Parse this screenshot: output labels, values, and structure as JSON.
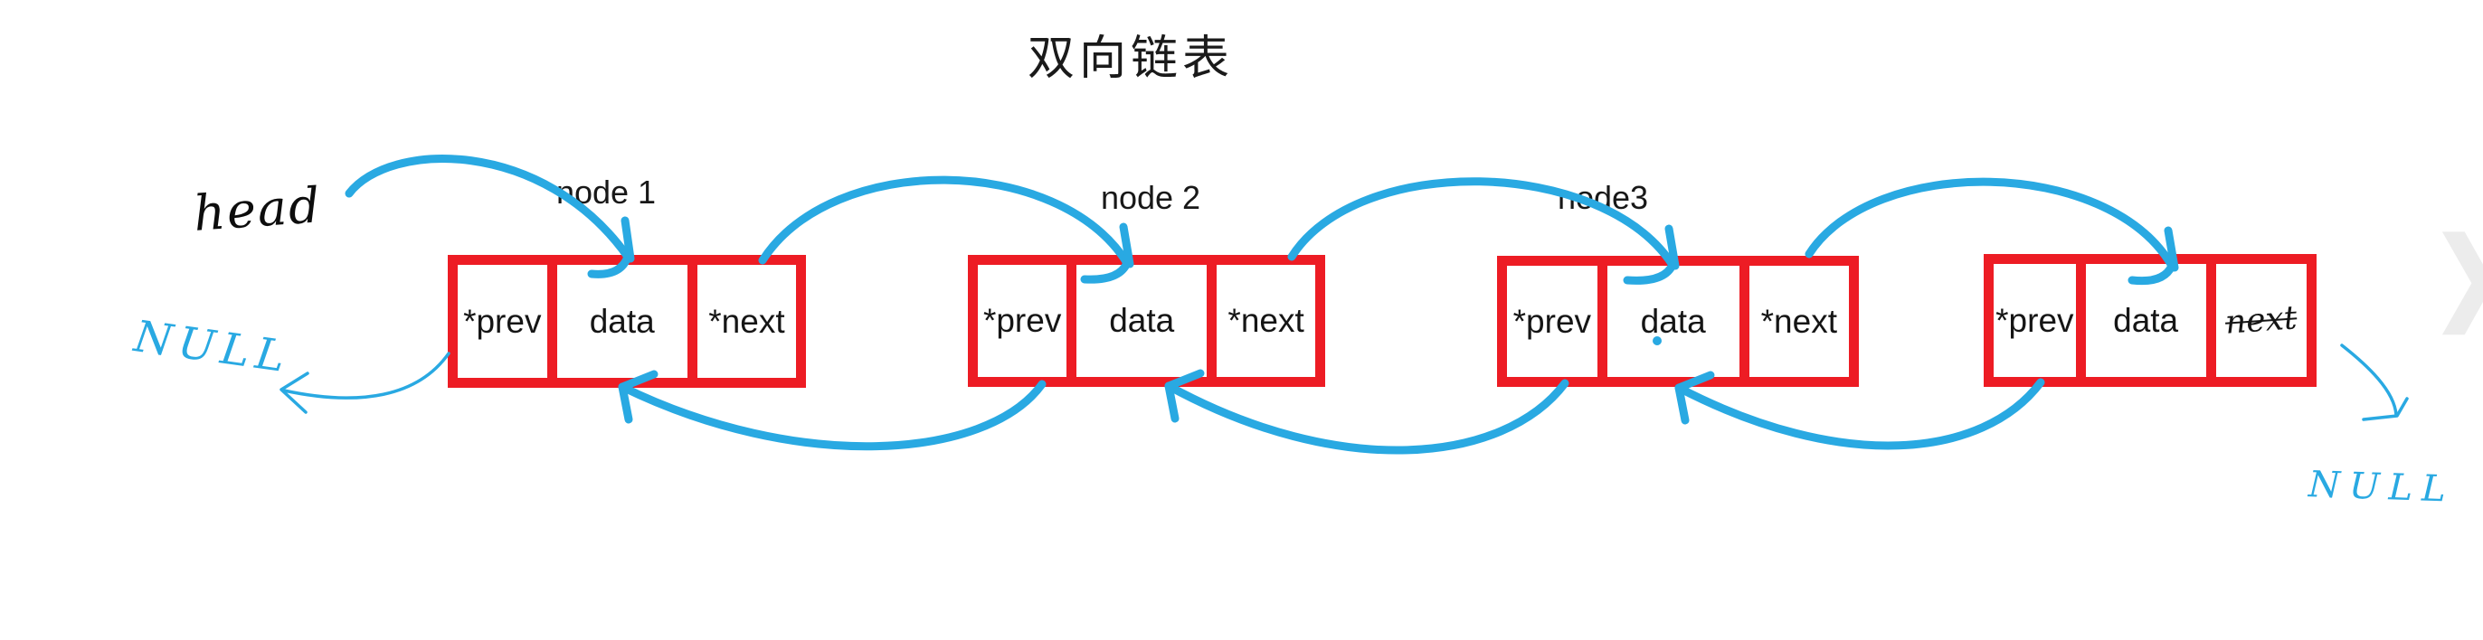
{
  "title": "双向链表",
  "annotations": {
    "head": "head",
    "null_left": "NULL",
    "null_right": "NULL",
    "next_chevron": "❯"
  },
  "nodes": [
    {
      "label": "node 1",
      "cells": [
        "*prev",
        "data",
        "*next"
      ]
    },
    {
      "label": "node 2",
      "cells": [
        "*prev",
        "data",
        "*next"
      ]
    },
    {
      "label": "node3",
      "cells": [
        "*prev",
        "data",
        "*next"
      ]
    },
    {
      "label": "",
      "cells": [
        "*prev",
        "data",
        "next"
      ]
    }
  ],
  "arrows": {
    "forward": [
      "head to node1 data",
      "node1 *next to node2 data",
      "node2 *next to node3 data",
      "node3 *next to node4 data"
    ],
    "backward": [
      "node2 *prev to node1 data",
      "node3 *prev to node2 data",
      "node4 *prev to node3 data"
    ],
    "null_links": [
      "node1 *prev to NULL",
      "node4 next to NULL"
    ]
  },
  "colors": {
    "box_red": "#ed1c24",
    "arrow_blue": "#29a9e2",
    "ink_black": "#141414"
  }
}
